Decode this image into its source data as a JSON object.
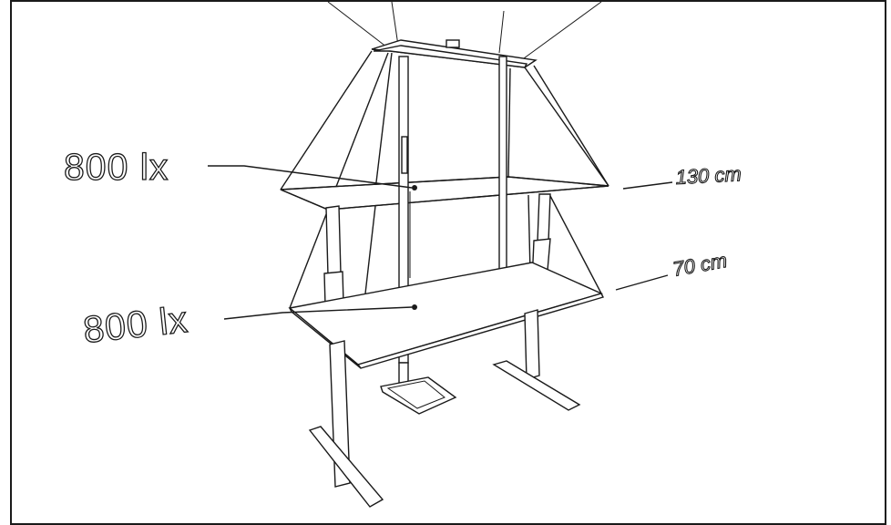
{
  "labels": {
    "upper_lux": "800 lx",
    "lower_lux": "800 lx",
    "upper_height": "130 cm",
    "lower_height": "70 cm"
  }
}
